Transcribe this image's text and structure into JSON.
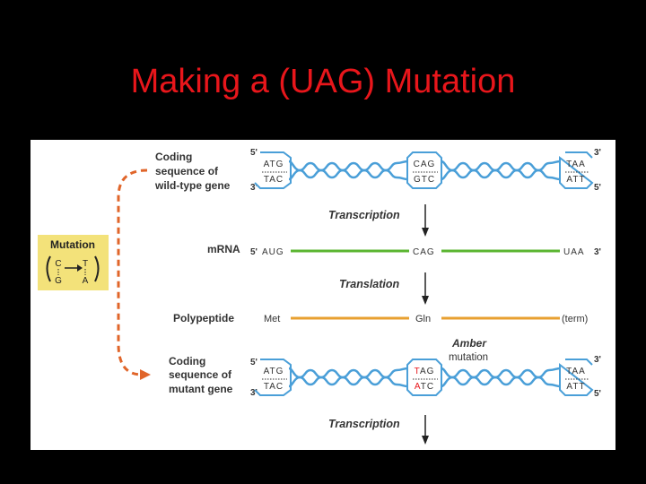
{
  "slide": {
    "title": "Making a (UAG) Mutation"
  },
  "colors": {
    "background": "#000000",
    "title": "#e8161b",
    "dna_strand": "#4a9fd8",
    "mrna": "#5bb531",
    "polypeptide": "#e8a030",
    "mutation_box": "#f3e27a",
    "mutation_arrow": "#e0652a",
    "mutant_base": "#e8161b"
  },
  "mutation_box": {
    "title": "Mutation",
    "left_top": "C",
    "left_bottom": "G",
    "right_top": "T",
    "right_bottom": "A"
  },
  "wild_type": {
    "label_line1": "Coding",
    "label_line2": "sequence of",
    "label_line3": "wild-type gene",
    "end_top_left": "5'",
    "end_bottom_left": "3'",
    "end_top_right": "3'",
    "end_bottom_right": "5'",
    "codon1_top": "ATG",
    "codon1_bottom": "TAC",
    "codon2_top": "CAG",
    "codon2_bottom": "GTC",
    "codon3_top": "TAA",
    "codon3_bottom": "ATT"
  },
  "transcription_label": "Transcription",
  "mrna": {
    "label": "mRNA",
    "end_left": "5'",
    "end_right": "3'",
    "codon1": "AUG",
    "codon2": "CAG",
    "codon3": "UAA"
  },
  "translation_label": "Translation",
  "polypeptide": {
    "label": "Polypeptide",
    "aa1": "Met",
    "aa2": "Gln",
    "aa3": "(term)"
  },
  "amber": {
    "line1": "Amber",
    "line2": "mutation"
  },
  "mutant": {
    "label_line1": "Coding",
    "label_line2": "sequence of",
    "label_line3": "mutant gene",
    "end_top_left": "5'",
    "end_bottom_left": "3'",
    "end_top_right": "3'",
    "end_bottom_right": "5'",
    "codon1_top": "ATG",
    "codon1_bottom": "TAC",
    "codon2_top_base1": "T",
    "codon2_top_rest": "AG",
    "codon2_bottom_base1": "A",
    "codon2_bottom_rest": "TC",
    "codon3_top": "TAA",
    "codon3_bottom": "ATT"
  },
  "transcription_label_2": "Transcription"
}
